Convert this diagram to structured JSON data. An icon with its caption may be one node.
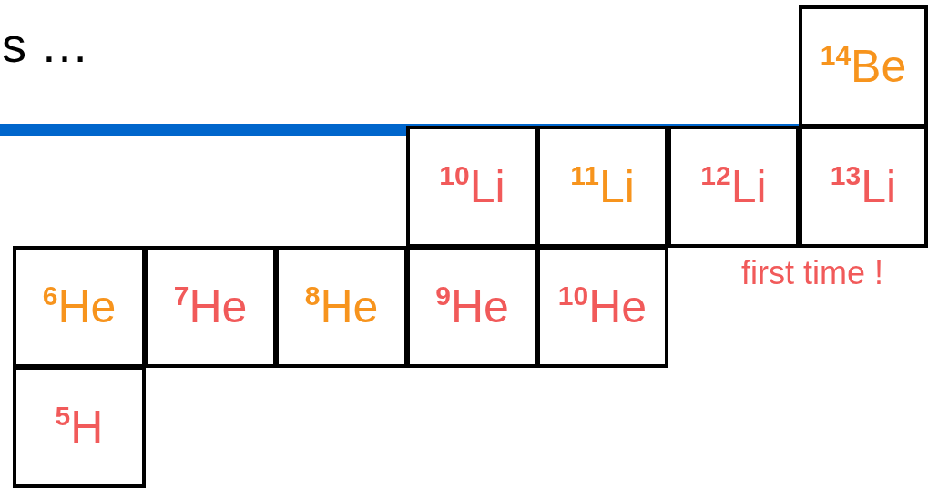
{
  "diagram": {
    "nodes": [
      {
        "text": [
          "$^{14}$Be"
        ]
      },
      {
        "text": [
          "$^{10}$Li"
        ]
      },
      {
        "text": [
          "$^{11}$Li"
        ]
      },
      {
        "text": [
          "$^{12}$Li"
        ]
      },
      {
        "text": [
          "$^{13}$Li"
        ],
        "beside": [
          "first time !"
        ]
      },
      {
        "text": [
          "$^{6}$He"
        ]
      },
      {
        "text": [
          "$^{7}$He"
        ]
      },
      {
        "text": [
          "$^{8}$He"
        ]
      },
      {
        "text": [
          "$^{9}$He"
        ]
      },
      {
        "text": [
          "$^{10}$He"
        ]
      },
      {
        "text": [
          "$^{5}$H"
        ]
      }
    ],
    "labels": [
      "s …"
    ]
  }
}
